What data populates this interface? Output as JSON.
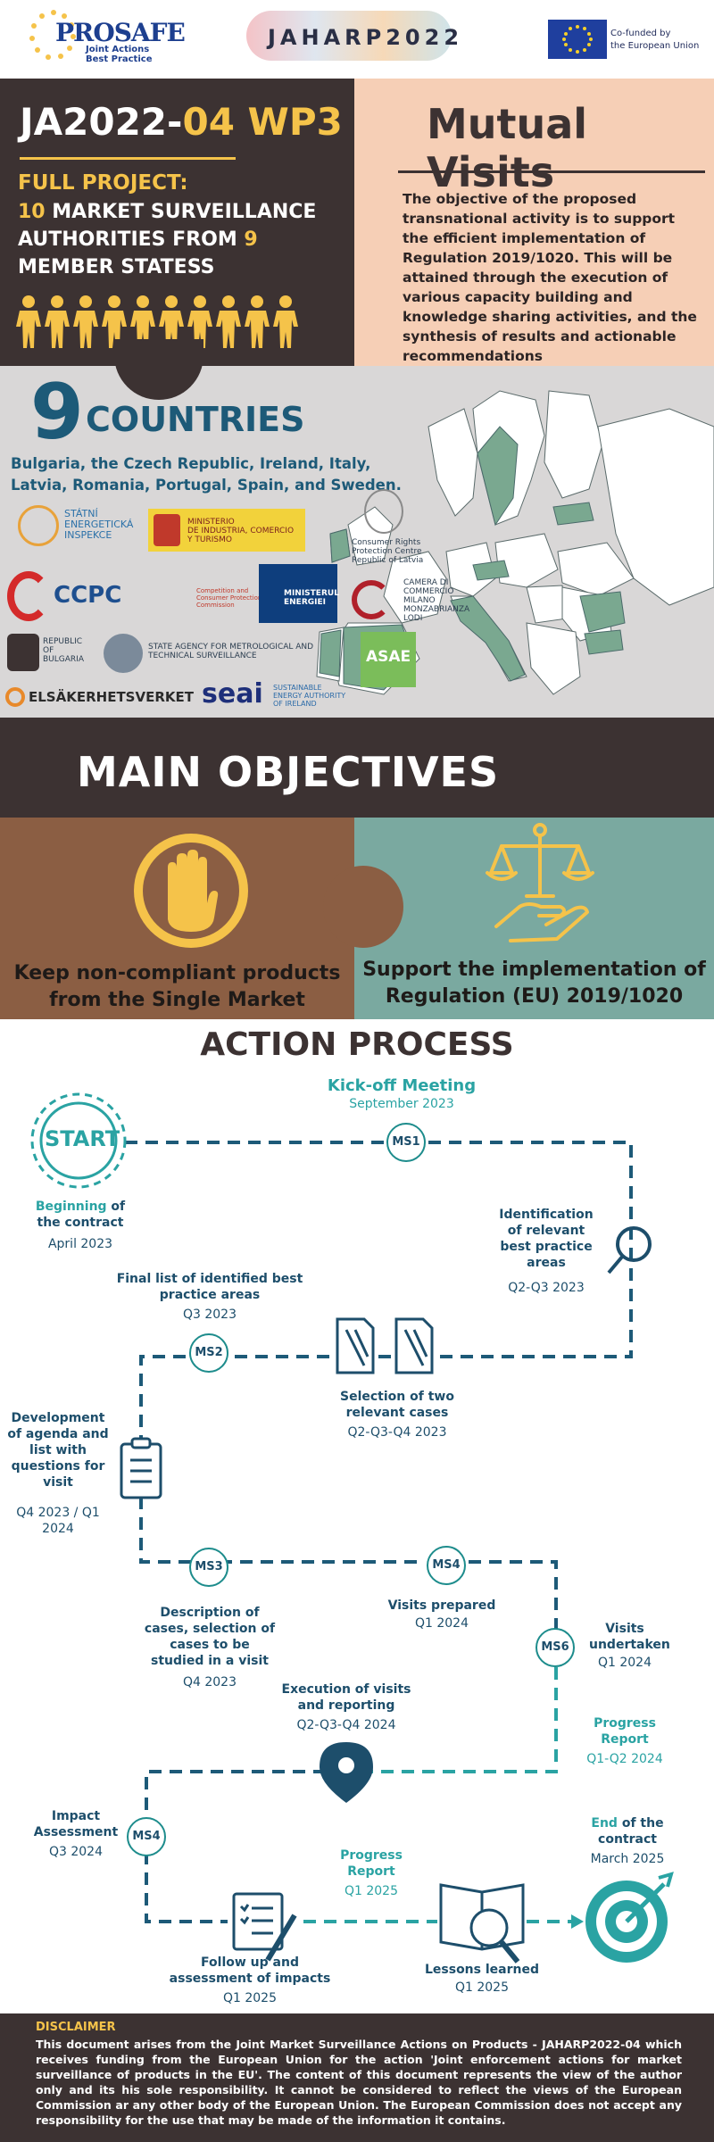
{
  "header": {
    "prosafe_name": "PROSAFE",
    "prosafe_sub_1": "Joint Actions",
    "prosafe_sub_2": "Best Practice",
    "jaharp_logo": "JAHARP2022",
    "eu_text_1": "Co-funded by",
    "eu_text_2": "the European Union"
  },
  "intro": {
    "code_prefix": "JA2022-",
    "code_highlight": "04 WP3",
    "full_project": "FULL PROJECT:",
    "auth_num": "10",
    "auth_text_1": " MARKET SURVEILLANCE AUTHORITIES FROM ",
    "auth_num_2": "9",
    "auth_text_2": " MEMBER STATESS",
    "people_count": 10,
    "mv_title": "Mutual Visits",
    "mv_desc": "The objective of the proposed transnational activity is to support the efficient implementation of Regulation 2019/1020. This will be attained through the execution of various capacity building and knowledge sharing activities, and the synthesis of results and actionable recommendations"
  },
  "countries": {
    "number": "9",
    "label": "COUNTRIES",
    "list": "Bulgaria, the Czech Republic, Ireland, Italy, Latvia, Romania, Portugal, Spain, and Sweden.",
    "agencies": {
      "statni_1": "STÁTNÍ",
      "statni_2": "ENERGETICKÁ",
      "statni_3": "INSPEKCE",
      "ministerio_1": "MINISTERIO",
      "ministerio_2": "DE INDUSTRIA, COMERCIO",
      "ministerio_3": "Y TURISMO",
      "crpc_1": "Consumer Rights",
      "crpc_2": "Protection Centre",
      "crpc_3": "Republic of Latvia",
      "ccpc": "CCPC",
      "ccpc_sub_1": "Competition and",
      "ccpc_sub_2": "Consumer Protection",
      "ccpc_sub_3": "Commission",
      "ministerul_1": "MINISTERUL",
      "ministerul_2": "ENERGIEI",
      "camera_1": "CAMERA DI",
      "camera_2": "COMMERCIO",
      "camera_3": "MILANO",
      "camera_4": "MONZABRIANZA",
      "camera_5": "LODI",
      "bulgaria_1": "REPUBLIC",
      "bulgaria_2": "OF",
      "bulgaria_3": "BULGARIA",
      "sameas_1": "STATE AGENCY FOR METROLOGICAL AND",
      "sameas_2": "TECHNICAL SURVEILLANCE",
      "asae": "ASAE",
      "elsak": "ELSÄKERHETSVERKET",
      "seai": "seai",
      "seai_sub_1": "SUSTAINABLE",
      "seai_sub_2": "ENERGY AUTHORITY",
      "seai_sub_3": "OF IRELAND"
    }
  },
  "objectives": {
    "title": "MAIN OBJECTIVES",
    "obj1": "Keep non-compliant products from the Single Market",
    "obj2": "Support the implementation of Regulation (EU) 2019/1020"
  },
  "process": {
    "title": "ACTION PROCESS",
    "start_label": "START",
    "kickoff": "Kick-off Meeting",
    "kickoff_date": "September 2023",
    "beginning_hl": "Beginning",
    "beginning_rest": " of the contract",
    "beginning_date": "April 2023",
    "identification": "Identification of relevant best practice areas",
    "identification_date": "Q2-Q3 2023",
    "final_list": "Final list of identified best practice areas",
    "final_list_date": "Q3 2023",
    "selection": "Selection of two relevant cases",
    "selection_date": "Q2-Q3-Q4 2023",
    "development": "Development of agenda and list with questions for visit",
    "development_date": "Q4 2023 / Q1 2024",
    "description": "Description of cases, selection of cases to be studied in a visit",
    "description_date": "Q4 2023",
    "visits_prepared": "Visits prepared",
    "visits_prepared_date": "Q1 2024",
    "visits_undertaken": "Visits undertaken",
    "visits_undertaken_date": "Q1 2024",
    "execution": "Execution of visits and reporting",
    "execution_date": "Q2-Q3-Q4 2024",
    "progress1": "Progress Report",
    "progress1_date": "Q1-Q2 2024",
    "impact": "Impact Assessment",
    "impact_date": "Q3 2024",
    "progress2": "Progress Report",
    "progress2_date": "Q1 2025",
    "follow_up": "Follow up and assessment of impacts",
    "follow_up_date": "Q1 2025",
    "lessons": "Lessons learned",
    "lessons_date": "Q1 2025",
    "end_hl": "End",
    "end_rest": " of the contract",
    "end_date": "March 2025",
    "ms1": "MS1",
    "ms2": "MS2",
    "ms3": "MS3",
    "ms4a": "MS4",
    "ms6": "MS6",
    "ms4b": "MS4"
  },
  "disclaimer": {
    "title": "DISCLAIMER",
    "text": "This document arises from the Joint Market Surveillance Actions on Products - JAHARP2022-04 which receives funding from the European Union for the action 'Joint enforcement actions for market surveillance of products in the EU'. The content of this document represents the view of the author only and its his sole responsibility. It cannot be considered to reflect the views of the European Commission ar any other body of the European Union. The European Commission does not accept any responsibility for the use that may be made of the information it contains."
  },
  "colors": {
    "dark": "#3c3232",
    "peach": "#f6cfb6",
    "yellow": "#f5c34a",
    "navy": "#1d5a78",
    "brown": "#8b5e43",
    "sage": "#7aa9a0",
    "teal": "#1d8c8c"
  }
}
